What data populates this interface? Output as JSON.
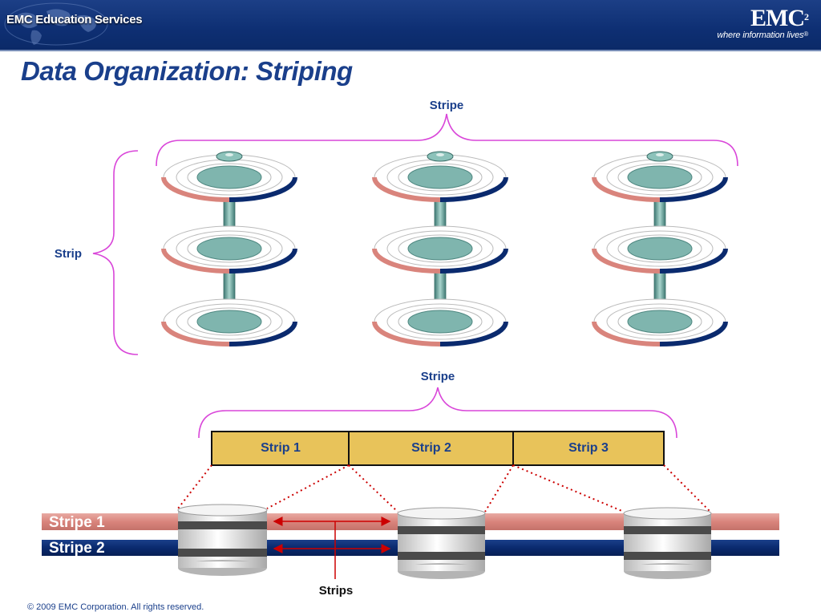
{
  "header": {
    "brand_left": "EMC Education Services",
    "brand_right": "EMC",
    "brand_right_sup": "2",
    "tagline": "where information lives",
    "tagline_mark": "®"
  },
  "title": "Data Organization: Striping",
  "diagram": {
    "top_stripe_label": "Stripe",
    "strip_label": "Strip",
    "lower_stripe_label": "Stripe",
    "strips": [
      "Strip 1",
      "Strip 2",
      "Strip 3"
    ],
    "bands": [
      "Stripe 1",
      "Stripe 2"
    ],
    "strips_label": "Strips"
  },
  "colors": {
    "header_blue": "#0e2f73",
    "title_blue": "#1a3f8b",
    "brace_magenta": "#d946d9",
    "strip_fill": "#e8c35a",
    "stripe1_pink": "#d9847c",
    "stripe2_navy": "#0a2a6e",
    "connector_red": "#cc0000",
    "platter_teal": "#7fb5ae"
  },
  "footer": "© 2009 EMC Corporation. All rights reserved."
}
